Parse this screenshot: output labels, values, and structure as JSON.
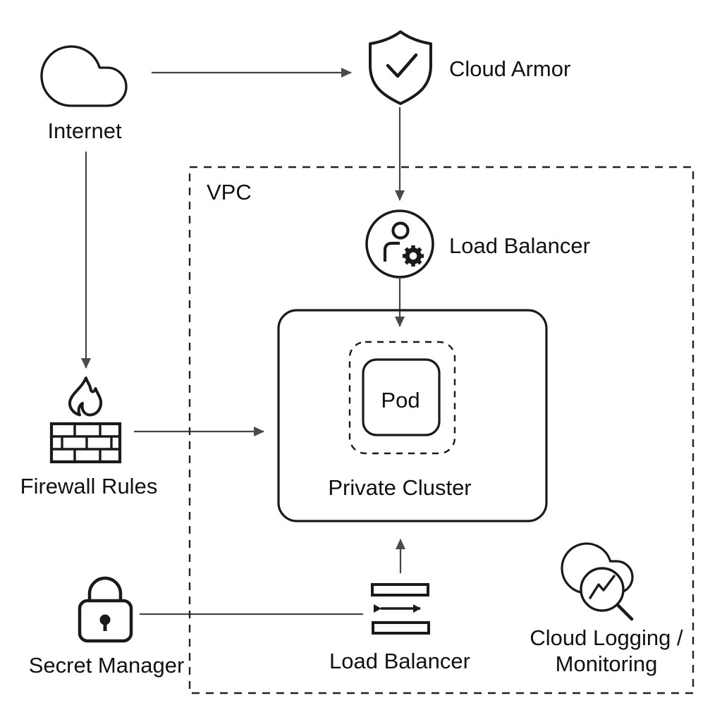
{
  "diagram": {
    "type": "architecture-diagram",
    "background": "#ffffff",
    "stroke_color": "#1a1a1a",
    "arrow_color": "#444444",
    "text_color": "#111111",
    "nodes": {
      "internet": {
        "label": "Internet",
        "icon": "cloud-icon"
      },
      "cloud_armor": {
        "label": "Cloud Armor",
        "icon": "shield-check-icon"
      },
      "vpc": {
        "label": "VPC",
        "shape": "dashed-boundary"
      },
      "load_balancer_top": {
        "label": "Load Balancer",
        "icon": "user-gear-circle-icon"
      },
      "private_cluster": {
        "label": "Private Cluster",
        "shape": "rounded-box"
      },
      "pod": {
        "label": "Pod",
        "shape": "rounded-box-in-dashed-box"
      },
      "firewall_rules": {
        "label": "Firewall Rules",
        "icon": "firewall-brick-flame-icon"
      },
      "secret_manager": {
        "label": "Secret Manager",
        "icon": "padlock-icon"
      },
      "load_balancer_bottom": {
        "label": "Load Balancer",
        "icon": "load-balancer-bars-icon"
      },
      "cloud_logging": {
        "label_line1": "Cloud Logging /",
        "label_line2": "Monitoring",
        "icon": "cloud-monitoring-icon"
      }
    },
    "edges": [
      {
        "from": "internet",
        "to": "cloud_armor",
        "arrow": true
      },
      {
        "from": "cloud_armor",
        "to": "load_balancer_top",
        "arrow": true
      },
      {
        "from": "load_balancer_top",
        "to": "private_cluster",
        "arrow": true
      },
      {
        "from": "internet",
        "to": "firewall_rules",
        "arrow": true
      },
      {
        "from": "firewall_rules",
        "to": "private_cluster",
        "arrow": true
      },
      {
        "from": "secret_manager",
        "to": "load_balancer_bottom",
        "arrow": false
      },
      {
        "from": "load_balancer_bottom",
        "to": "private_cluster",
        "arrow": true
      }
    ]
  }
}
